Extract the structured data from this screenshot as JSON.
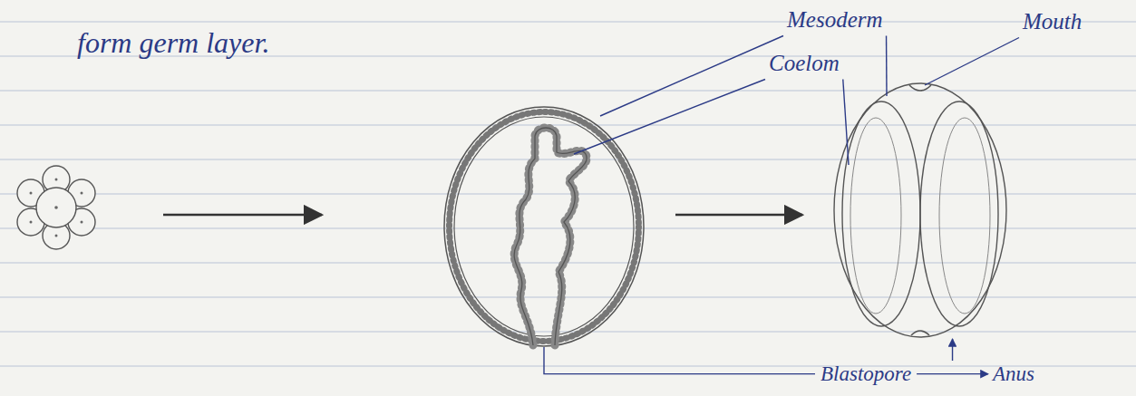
{
  "diagram": {
    "labels": [
      "form germ layer.",
      "Mesoderm",
      "Coelom",
      "Mouth",
      "Blastopore",
      "Anus"
    ]
  }
}
